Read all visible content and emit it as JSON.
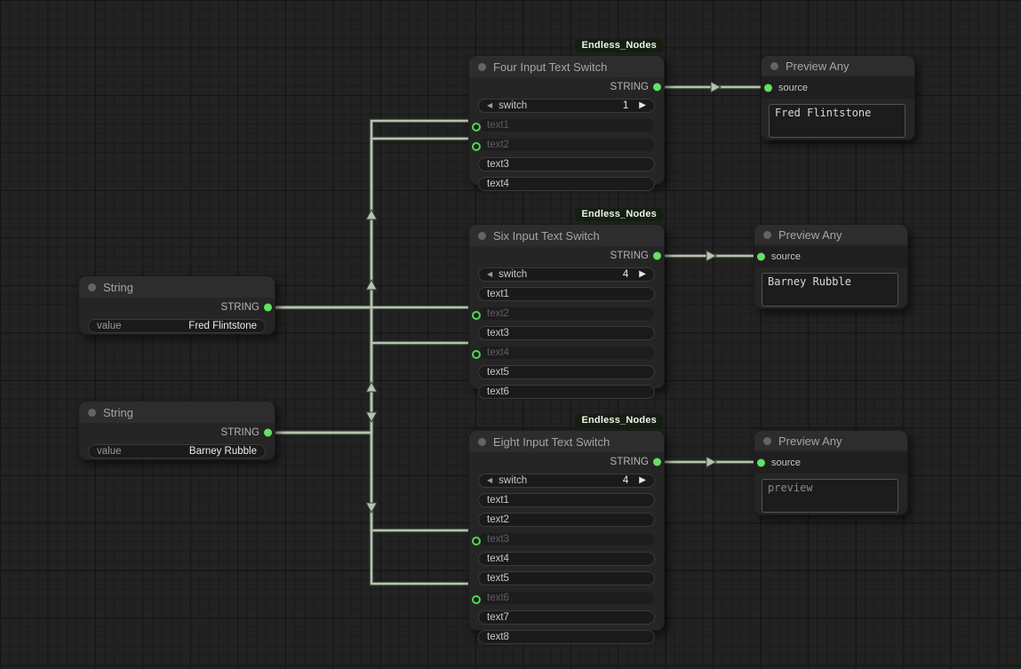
{
  "badge_label": "Endless_Nodes",
  "string_fred": {
    "title": "String",
    "output_label": "STRING",
    "widget_label": "value",
    "widget_value": "Fred Flintstone"
  },
  "string_barney": {
    "title": "String",
    "output_label": "STRING",
    "widget_label": "value",
    "widget_value": "Barney Rubble"
  },
  "switch_four": {
    "title": "Four Input Text Switch",
    "output_label": "STRING",
    "switch_label": "switch",
    "switch_value": "1",
    "inputs": [
      {
        "label": "text1"
      },
      {
        "label": "text2"
      },
      {
        "label": "text3"
      },
      {
        "label": "text4"
      }
    ]
  },
  "switch_six": {
    "title": "Six Input Text Switch",
    "output_label": "STRING",
    "switch_label": "switch",
    "switch_value": "4",
    "inputs": [
      {
        "label": "text1"
      },
      {
        "label": "text2"
      },
      {
        "label": "text3"
      },
      {
        "label": "text4"
      },
      {
        "label": "text5"
      },
      {
        "label": "text6"
      }
    ]
  },
  "switch_eight": {
    "title": "Eight Input Text Switch",
    "output_label": "STRING",
    "switch_label": "switch",
    "switch_value": "4",
    "inputs": [
      {
        "label": "text1"
      },
      {
        "label": "text2"
      },
      {
        "label": "text3"
      },
      {
        "label": "text4"
      },
      {
        "label": "text5"
      },
      {
        "label": "text6"
      },
      {
        "label": "text7"
      },
      {
        "label": "text8"
      }
    ]
  },
  "preview_top": {
    "title": "Preview Any",
    "input_label": "source",
    "content": "Fred Flintstone"
  },
  "preview_middle": {
    "title": "Preview Any",
    "input_label": "source",
    "content": "Barney Rubble"
  },
  "preview_bottom": {
    "title": "Preview Any",
    "input_label": "source",
    "content": "preview"
  },
  "glyphs": {
    "arrow_left": "◀",
    "arrow_right": "▶"
  },
  "colors": {
    "socket_green": "#63e063",
    "wire": "#b5c5ad",
    "badge_bg": "#141f10",
    "canvas_bg": "#222222"
  }
}
